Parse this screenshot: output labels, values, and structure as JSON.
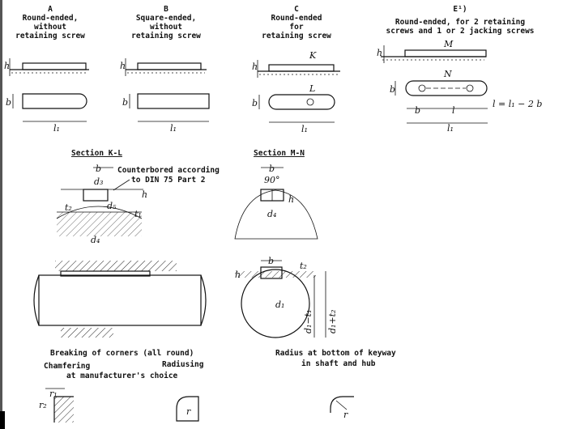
{
  "forms": [
    {
      "letter": "A",
      "lines": [
        "Round-ended,",
        "without",
        "retaining screw"
      ]
    },
    {
      "letter": "B",
      "lines": [
        "Square-ended,",
        "without",
        "retaining screw"
      ]
    },
    {
      "letter": "C",
      "lines": [
        "Round-ended",
        "for",
        "retaining screw"
      ]
    },
    {
      "letter": "E¹)",
      "lines": [
        "Round-ended, for 2 retaining",
        "screws and 1 or 2 jacking screws"
      ]
    }
  ],
  "dims": {
    "h": "h",
    "b": "b",
    "l1": "l₁",
    "l": "l",
    "K": "K",
    "L": "L",
    "M": "M",
    "N": "N",
    "r": "r",
    "d3": "d₃",
    "d4": "d₄",
    "d5": "d₅",
    "t1": "t₁",
    "t2": "t₂",
    "angle": "90°",
    "d1_minus_t1": "d₁−t₁",
    "d1_plus_t2": "d₁+t₂",
    "d1": "d₁",
    "r1": "r₁",
    "r2": "r₂",
    "formula": "l = l₁ − 2 b"
  },
  "sections": {
    "kl_title": "Section K-L",
    "mn_title": "Section M-N",
    "counterbore_note": [
      "Counterbored according",
      "to DIN 75 Part 2"
    ]
  },
  "corners": {
    "title": "Breaking of corners (all round)",
    "chamfering": "Chamfering",
    "radiusing": "Radiusing",
    "choice": "at manufacturer's choice"
  },
  "keyway_radius": {
    "lines": [
      "Radius at bottom of keyway",
      "in shaft and hub"
    ]
  }
}
